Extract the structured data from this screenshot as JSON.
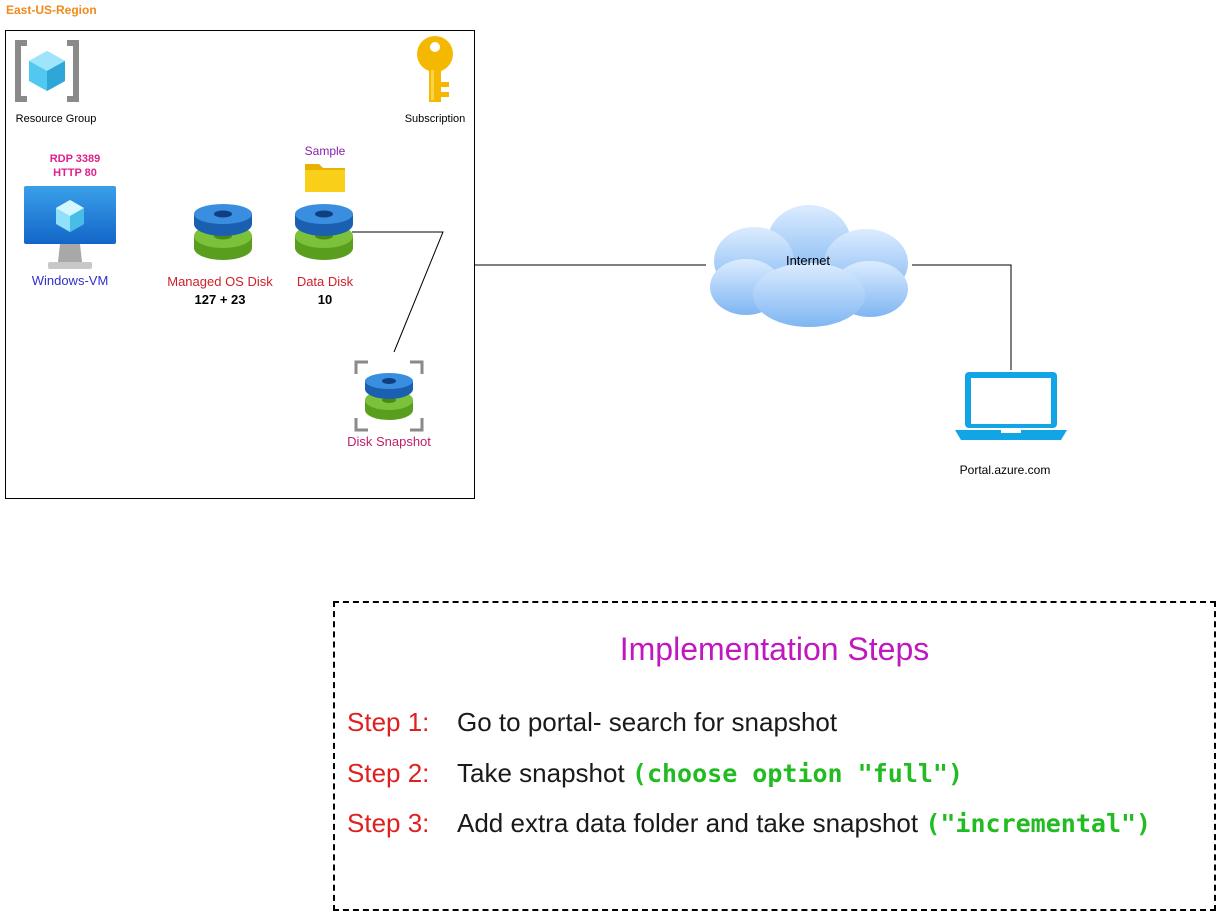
{
  "region": {
    "label": "East-US-Region"
  },
  "nodes": {
    "resource_group": {
      "label": "Resource Group",
      "icon": "resource-group-icon"
    },
    "subscription": {
      "label": "Subscription",
      "icon": "key-icon"
    },
    "vm": {
      "label": "Windows-VM",
      "ports": [
        "RDP 3389",
        "HTTP 80"
      ],
      "icon": "vm-monitor-icon"
    },
    "os_disk": {
      "label": "Managed OS Disk",
      "size": "127 + 23",
      "icon": "disk-icon"
    },
    "data_disk": {
      "label": "Data Disk",
      "size": "10",
      "icon": "disk-icon"
    },
    "folder": {
      "label": "Sample",
      "icon": "folder-icon"
    },
    "snapshot": {
      "label": "Disk Snapshot",
      "icon": "snapshot-icon"
    },
    "internet": {
      "label": "Internet",
      "icon": "cloud-icon"
    },
    "portal": {
      "label": "Portal.azure.com",
      "icon": "laptop-icon"
    }
  },
  "colors": {
    "region": "#f08a1a",
    "port_text": "#e0208f",
    "vm_text": "#3030cc",
    "disk_text": "#d0202a",
    "folder_text": "#8a20b0",
    "snapshot_text": "#c0206a",
    "title": "#c018c0",
    "step": "#e02020",
    "highlight": "#22bb22"
  },
  "steps": {
    "title": "Implementation Steps",
    "items": [
      {
        "num": "Step 1:",
        "text": "Go to portal- search for snapshot",
        "highlight": ""
      },
      {
        "num": "Step 2:",
        "text": "Take snapshot ",
        "highlight": "(choose option \"full\")"
      },
      {
        "num": "Step 3:",
        "text": "Add extra data folder and take snapshot ",
        "highlight": "(\"incremental\")"
      }
    ]
  }
}
